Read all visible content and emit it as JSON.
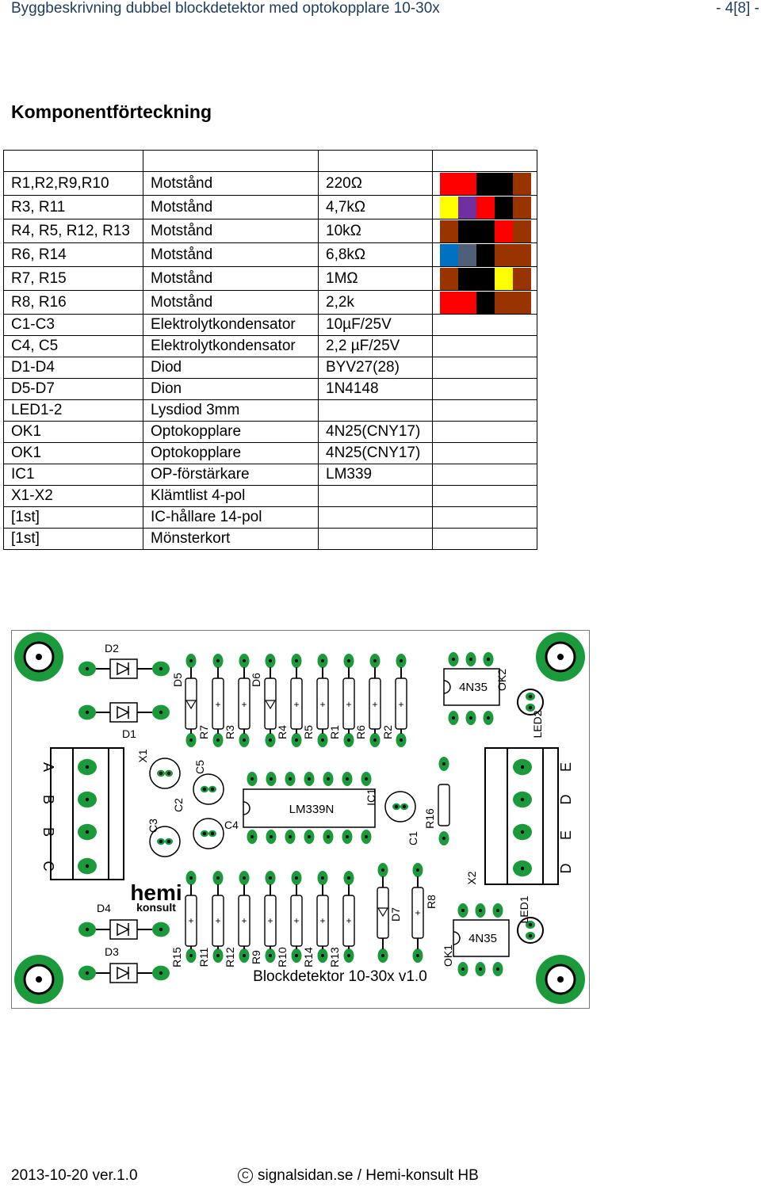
{
  "header": {
    "title": "Byggbeskrivning dubbel blockdetektor med optokopplare 10-30x",
    "page": "- 4[8] -"
  },
  "section_title": "Komponentförteckning",
  "colors": {
    "red": "#ff0000",
    "brown": "#993300",
    "black": "#000000",
    "yellow": "#ffff00",
    "violet": "#7030a0",
    "blue": "#0070c0",
    "gray": "#4f5f78"
  },
  "rows": [
    {
      "ref": "R1,R2,R9,R10",
      "type": "Motstånd",
      "value": "220Ω",
      "bands": [
        "red",
        "red",
        "black",
        "black",
        "brown"
      ]
    },
    {
      "ref": "R3, R11",
      "type": "Motstånd",
      "value": "4,7kΩ",
      "bands": [
        "yellow",
        "violet",
        "red",
        "black",
        "brown"
      ]
    },
    {
      "ref": "R4, R5, R12, R13",
      "type": "Motstånd",
      "value": "10kΩ",
      "bands": [
        "brown",
        "black",
        "black",
        "red",
        "brown"
      ]
    },
    {
      "ref": "R6, R14",
      "type": "Motstånd",
      "value": "6,8kΩ",
      "bands": [
        "blue",
        "gray",
        "black",
        "brown",
        "brown"
      ]
    },
    {
      "ref": "R7, R15",
      "type": "Motstånd",
      "value": "1MΩ",
      "bands": [
        "brown",
        "black",
        "black",
        "yellow",
        "brown"
      ]
    },
    {
      "ref": "R8, R16",
      "type": "Motstånd",
      "value": "2,2k",
      "bands": [
        "red",
        "red",
        "black",
        "brown",
        "brown"
      ]
    },
    {
      "ref": "C1-C3",
      "type": "Elektrolytkondensator",
      "value": "10µF/25V",
      "bands": []
    },
    {
      "ref": "C4, C5",
      "type": "Elektrolytkondensator",
      "value": "2,2 µF/25V",
      "bands": []
    },
    {
      "ref": "D1-D4",
      "type": "Diod",
      "value": "BYV27(28)",
      "bands": []
    },
    {
      "ref": "D5-D7",
      "type": "Dion",
      "value": "1N4148",
      "bands": []
    },
    {
      "ref": "LED1-2",
      "type": "Lysdiod 3mm",
      "value": "",
      "bands": []
    },
    {
      "ref": "OK1",
      "type": "Optokopplare",
      "value": "4N25(CNY17)",
      "bands": []
    },
    {
      "ref": "OK1",
      "type": "Optokopplare",
      "value": "4N25(CNY17)",
      "bands": []
    },
    {
      "ref": "IC1",
      "type": "OP-förstärkare",
      "value": "LM339",
      "bands": []
    },
    {
      "ref": "X1-X2",
      "type": "Klämtlist 4-pol",
      "value": "",
      "bands": []
    },
    {
      "ref": "[1st]",
      "type": "IC-hållare 14-pol",
      "value": "",
      "bands": []
    },
    {
      "ref": "[1st]",
      "type": "Mönsterkort",
      "value": "",
      "bands": []
    }
  ],
  "pcb": {
    "title": "Blockdetektor 10-30x v1.0",
    "logo_top": "hemi",
    "logo_bottom": "konsult",
    "ic_label": "LM339N",
    "opto_label": "4N35",
    "labels": {
      "D1": "D1",
      "D2": "D2",
      "D3": "D3",
      "D4": "D4",
      "D5": "D5",
      "D6": "D6",
      "D7": "D7",
      "X1": "X1",
      "X2": "X2",
      "IC1": "IC1",
      "OK1": "OK1",
      "OK2": "OK2",
      "LED1": "LED1",
      "LED2": "LED2",
      "C1": "C1",
      "C2": "C2",
      "C3": "C3",
      "C4": "C4",
      "C5": "C5",
      "R16": "R16",
      "R8": "R8"
    },
    "top_resistors": [
      "R7",
      "R3",
      "R4",
      "R5",
      "R1",
      "R6",
      "R2"
    ],
    "bottom_resistors": [
      "R15",
      "R11",
      "R12",
      "R9",
      "R10",
      "R14",
      "R13"
    ],
    "x1_pins": [
      "A",
      "B",
      "B",
      "C"
    ],
    "x2_pins": [
      "E",
      "D",
      "E",
      "D"
    ]
  },
  "footer": {
    "date": "2013-10-20 ver.1.0",
    "copyright_symbol": "C",
    "copyright": "signalsidan.se / Hemi-konsult HB"
  }
}
